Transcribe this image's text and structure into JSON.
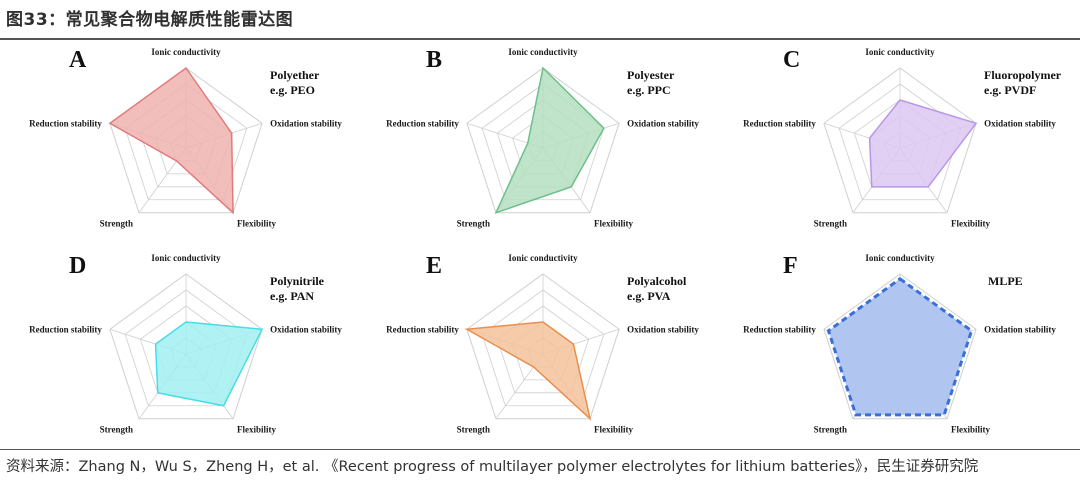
{
  "header": {
    "title": "图33：常见聚合物电解质性能雷达图"
  },
  "footer": {
    "source": "资料来源：Zhang N，Wu S，Zheng H，et al. 《Recent progress of multilayer polymer electrolytes for lithium batteries》，民生证券研究院"
  },
  "chart_data": [
    {
      "type": "radar",
      "panel": "A",
      "title": "Polyether",
      "subtitle": "e.g. PEO",
      "axes": [
        "Ionic conductivity",
        "Oxidation stability",
        "Flexibility",
        "Strength",
        "Reduction stability"
      ],
      "levels": 5,
      "max": 5,
      "values": [
        5,
        3,
        5,
        1,
        5
      ],
      "color": "#e07b7b",
      "fill": "#eeb3b0",
      "dashed": false
    },
    {
      "type": "radar",
      "panel": "B",
      "title": "Polyester",
      "subtitle": "e.g. PPC",
      "axes": [
        "Ionic conductivity",
        "Oxidation stability",
        "Flexibility",
        "Strength",
        "Reduction stability"
      ],
      "levels": 5,
      "max": 5,
      "values": [
        5,
        4,
        3,
        5,
        1
      ],
      "color": "#6cc08a",
      "fill": "#b5dfc1",
      "dashed": false
    },
    {
      "type": "radar",
      "panel": "C",
      "title": "Fluoropolymer",
      "subtitle": "e.g. PVDF",
      "axes": [
        "Ionic conductivity",
        "Oxidation stability",
        "Flexibility",
        "Strength",
        "Reduction stability"
      ],
      "levels": 5,
      "max": 5,
      "values": [
        3,
        5,
        3,
        3,
        2
      ],
      "color": "#b898e6",
      "fill": "#dcc8f2",
      "dashed": false
    },
    {
      "type": "radar",
      "panel": "D",
      "title": "Polynitrile",
      "subtitle": "e.g. PAN",
      "axes": [
        "Ionic conductivity",
        "Oxidation stability",
        "Flexibility",
        "Strength",
        "Reduction stability"
      ],
      "levels": 5,
      "max": 5,
      "values": [
        2,
        5,
        4,
        3,
        2
      ],
      "color": "#46dde6",
      "fill": "#a2f0f2",
      "dashed": false
    },
    {
      "type": "radar",
      "panel": "E",
      "title": "Polyalcohol",
      "subtitle": "e.g. PVA",
      "axes": [
        "Ionic conductivity",
        "Oxidation stability",
        "Flexibility",
        "Strength",
        "Reduction stability"
      ],
      "levels": 5,
      "max": 5,
      "values": [
        2,
        2,
        5,
        1,
        5
      ],
      "color": "#e88f4e",
      "fill": "#f3c29b",
      "dashed": false
    },
    {
      "type": "radar",
      "panel": "F",
      "title": "MLPE",
      "subtitle": "",
      "axes": [
        "Ionic conductivity",
        "Oxidation stability",
        "Flexibility",
        "Strength",
        "Reduction stability"
      ],
      "levels": 5,
      "max": 5,
      "values": [
        4.7,
        4.7,
        4.7,
        4.7,
        4.7
      ],
      "color": "#3a6fd8",
      "fill": "#b0c6f0",
      "dashed": true
    }
  ]
}
